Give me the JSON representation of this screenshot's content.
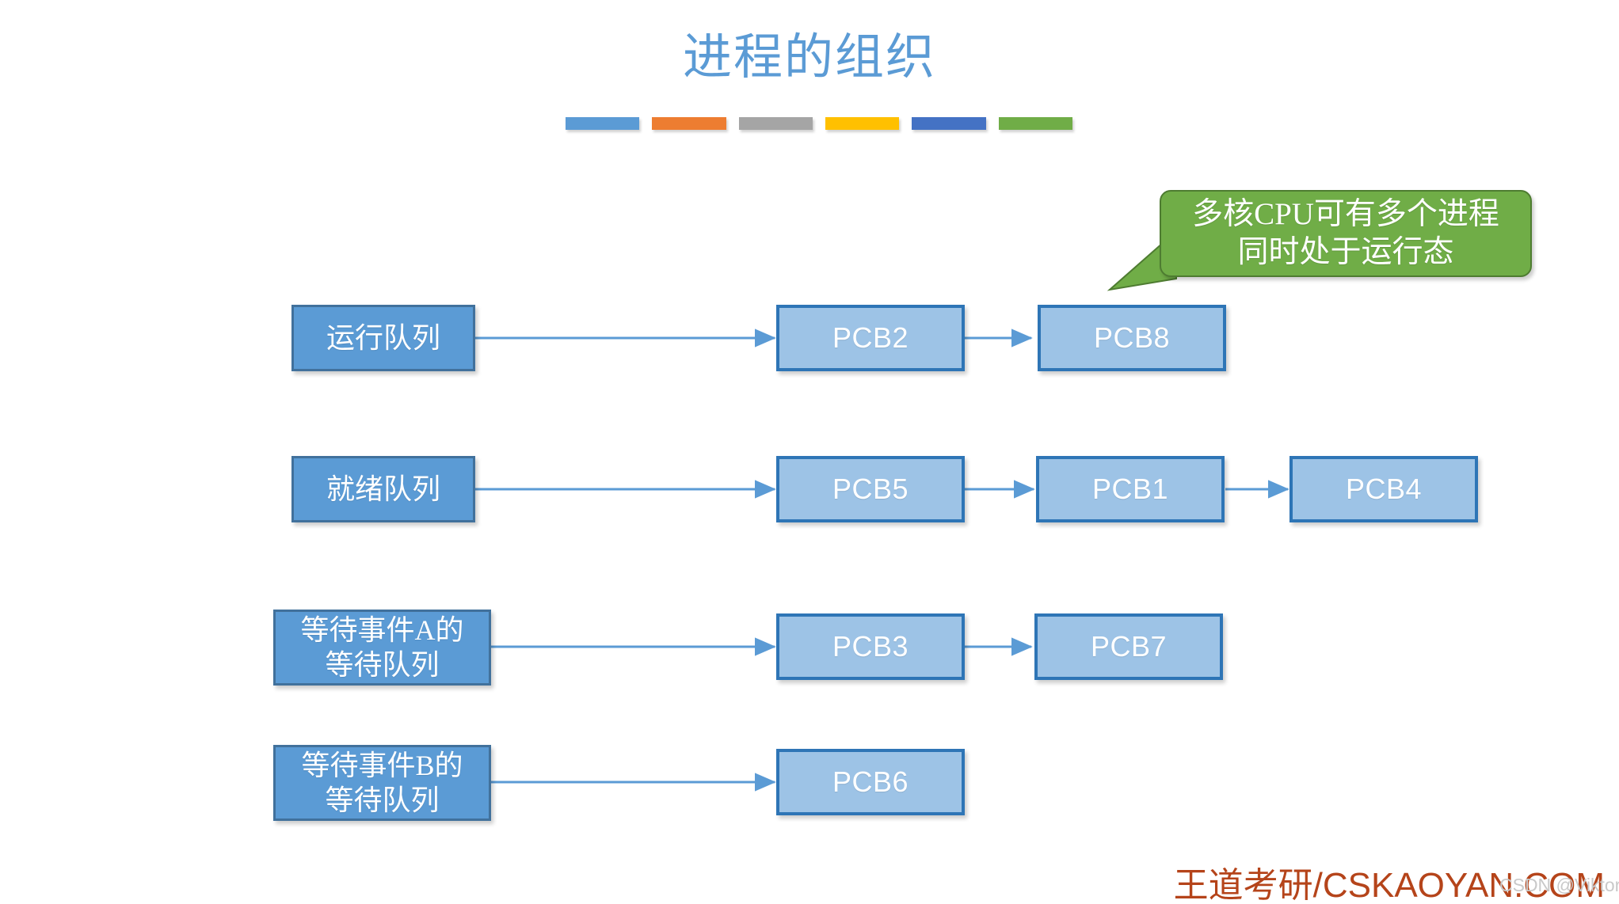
{
  "slide": {
    "title": "进程的组织",
    "title_color": "#5b9bd5",
    "background": "#ffffff"
  },
  "accent_bar": {
    "segments": [
      {
        "name": "blue",
        "color": "#5b9bd5"
      },
      {
        "name": "orange",
        "color": "#ed7d31"
      },
      {
        "name": "gray",
        "color": "#a5a5a5"
      },
      {
        "name": "yellow",
        "color": "#ffc000"
      },
      {
        "name": "dark-blue",
        "color": "#4472c4"
      },
      {
        "name": "green",
        "color": "#70ad47"
      }
    ]
  },
  "callout": {
    "line1": "多核CPU可有多个进程",
    "line2": "同时处于运行态",
    "fill": "#70ad47",
    "border": "#4e7c31",
    "text_color": "#ffffff"
  },
  "queues": [
    {
      "id": "run-queue",
      "label_lines": [
        "运行队列"
      ],
      "nodes": [
        "PCB2",
        "PCB8"
      ]
    },
    {
      "id": "ready-queue",
      "label_lines": [
        "就绪队列"
      ],
      "nodes": [
        "PCB5",
        "PCB1",
        "PCB4"
      ]
    },
    {
      "id": "wait-queue-a",
      "label_lines": [
        "等待事件A的",
        "等待队列"
      ],
      "nodes": [
        "PCB3",
        "PCB7"
      ]
    },
    {
      "id": "wait-queue-b",
      "label_lines": [
        "等待事件B的",
        "等待队列"
      ],
      "nodes": [
        "PCB6"
      ]
    }
  ],
  "colors": {
    "queue_fill": "#5b9bd5",
    "queue_border": "#41719c",
    "pcb_fill": "#9dc3e6",
    "pcb_border": "#2e75b6",
    "arrow": "#5b9bd5"
  },
  "footer": {
    "brand": "王道考研/CSKAOYAN.COM",
    "brand_color": "#b5441a",
    "watermark": "CSDN @Viktoriae"
  }
}
